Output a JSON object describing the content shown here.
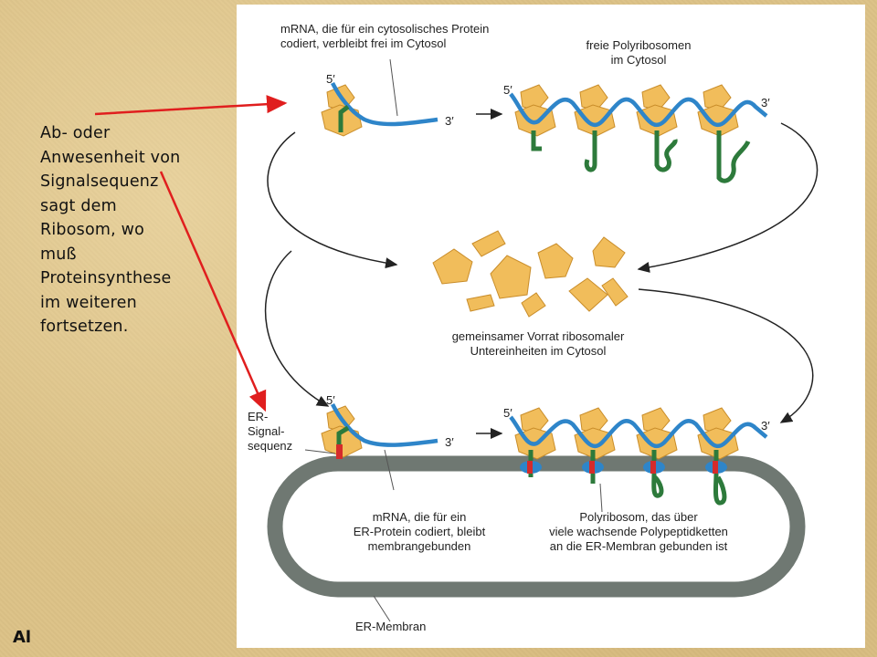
{
  "note": {
    "text": "Ab- oder\nAnwesenheit von\nSignalsequenz\nsagt dem\nRibosom, wo\nmuß\nProteinsynthese\nim weiteren\nfortsetzen."
  },
  "corner_label": "Al",
  "diagram": {
    "label_mrna_cytosol_1": "mRNA, die für ein cytosolisches Protein",
    "label_mrna_cytosol_2": "codiert, verbleibt frei im Cytosol",
    "label_free_poly_1": "freie Polyribosomen",
    "label_free_poly_2": "im Cytosol",
    "label_pool_1": "gemeinsamer Vorrat ribosomaler",
    "label_pool_2": "Untereinheiten im Cytosol",
    "label_signal_1": "ER-",
    "label_signal_2": "Signal-",
    "label_signal_3": "sequenz",
    "label_mrna_er_1": "mRNA, die für ein",
    "label_mrna_er_2": "ER-Protein codiert, bleibt",
    "label_mrna_er_3": "membrangebunden",
    "label_poly_er_1": "Polyribosom, das über",
    "label_poly_er_2": "viele wachsende Polypeptidketten",
    "label_poly_er_3": "an die ER-Membran gebunden ist",
    "label_membrane": "ER-Membran",
    "five_prime": "5′",
    "three_prime": "3′"
  },
  "colors": {
    "ribosome": "#f1bd5b",
    "mrna": "#2e85c9",
    "peptide": "#2d7a3b",
    "signal": "#d52b2b",
    "membrane": "#6f7872",
    "arrow_red": "#e01e1e"
  }
}
